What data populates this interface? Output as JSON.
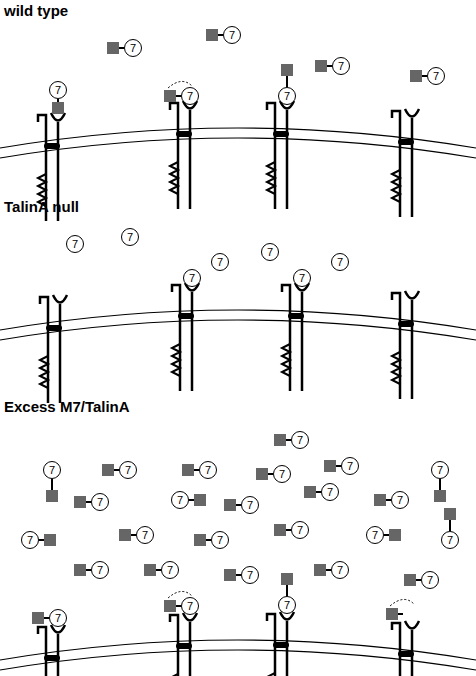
{
  "diagram": {
    "nodes": [
      {
        "text": [
          "7"
        ]
      },
      {
        "text": [
          "7"
        ]
      },
      {
        "text": [
          "7"
        ]
      },
      {
        "text": [
          "7"
        ]
      },
      {
        "text": [
          "7"
        ]
      },
      {
        "text": [
          "7"
        ]
      },
      {
        "text": [
          "7"
        ]
      },
      {
        "text": [
          "7"
        ]
      },
      {
        "text": [
          "7"
        ]
      },
      {
        "text": [
          "7"
        ]
      },
      {
        "text": [
          "7"
        ]
      },
      {
        "text": [
          "7"
        ]
      },
      {
        "text": [
          "7"
        ]
      },
      {
        "text": [
          "7"
        ]
      },
      {
        "text": [
          "7"
        ]
      },
      {
        "text": [
          "7"
        ]
      },
      {
        "text": [
          "7"
        ]
      },
      {
        "text": [
          "7"
        ]
      },
      {
        "text": [
          "7"
        ]
      },
      {
        "text": [
          "7"
        ]
      },
      {
        "text": [
          "7"
        ]
      },
      {
        "text": [
          "7"
        ]
      },
      {
        "text": [
          "7"
        ]
      },
      {
        "text": [
          "7"
        ]
      },
      {
        "text": [
          "7"
        ]
      },
      {
        "text": [
          "7"
        ]
      },
      {
        "text": [
          "7"
        ]
      },
      {
        "text": [
          "7"
        ]
      },
      {
        "text": [
          "7"
        ]
      },
      {
        "text": [
          "7"
        ]
      },
      {
        "text": [
          "7"
        ]
      },
      {
        "text": [
          "7"
        ]
      },
      {
        "text": [
          "7"
        ]
      },
      {
        "text": [
          "7"
        ]
      },
      {
        "text": [
          "7"
        ]
      },
      {
        "text": [
          "7"
        ]
      },
      {
        "text": [
          "7"
        ]
      },
      {
        "text": [
          "7"
        ]
      },
      {
        "text": [
          "7"
        ]
      },
      {
        "text": [
          "7"
        ]
      }
    ],
    "labels": [
      "wild type",
      "TalinA null",
      "Excess M7/TalinA"
    ]
  }
}
